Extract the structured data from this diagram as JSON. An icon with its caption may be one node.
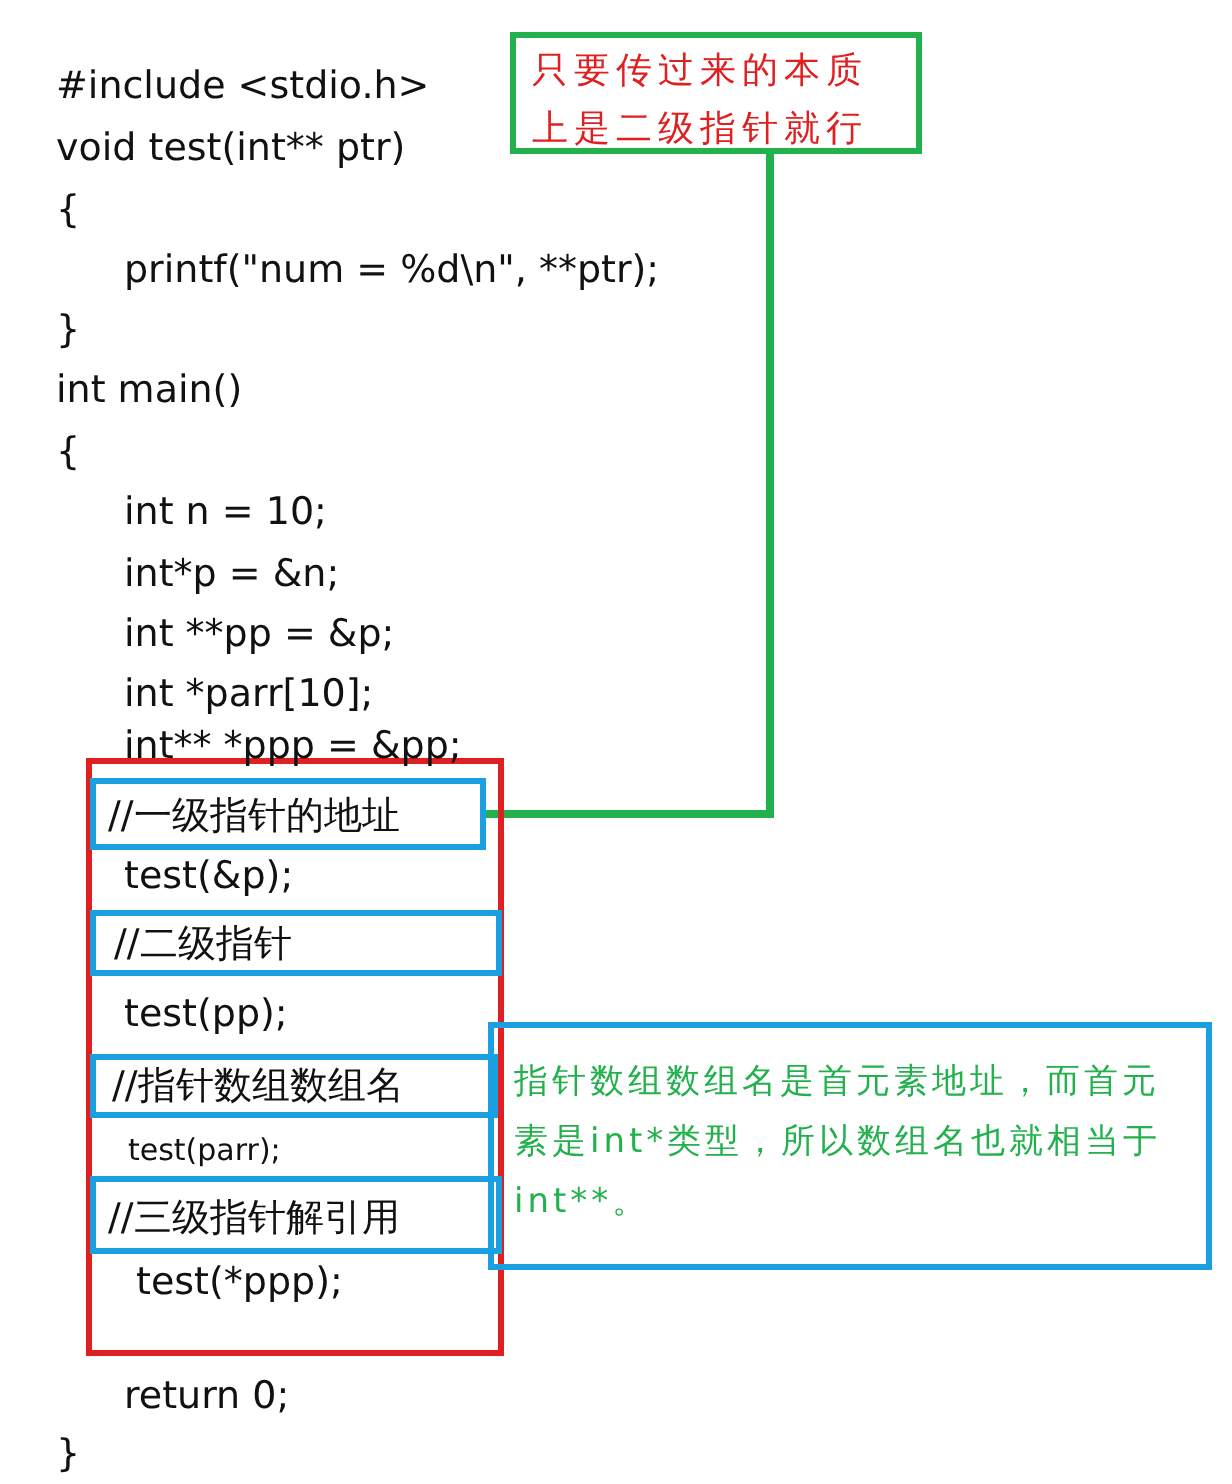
{
  "diagram": {
    "nodes": [
      {
        "text": [
          "只要传过来的本质上是二级指针就行"
        ]
      },
      {
        "text": [],
        "shape": "box"
      },
      {
        "text": [
          "//一级指针的地址"
        ],
        "in": 1
      },
      {
        "text": [
          "//二级指针"
        ],
        "in": 1
      },
      {
        "text": [
          "//指针数组数组名"
        ],
        "in": 1
      },
      {
        "text": [
          "//三级指针解引用"
        ],
        "in": 1
      },
      {
        "text": [
          "指针数组数组名是首元素地址，而首元素是int*类型，所以数组名也就相当于int**。"
        ]
      }
    ],
    "edges": [
      {
        "from": 0,
        "to": 2,
        "arrow": "none"
      }
    ],
    "labels": [
      "#include <stdio.h>",
      "void test(int** ptr)",
      "{",
      "printf(\"num = %d\\n\", **ptr);",
      "}",
      "int main()",
      "{",
      "int n = 10;",
      "int*p = &n;",
      "int **pp = &p;",
      "int *parr[10];",
      "int** *ppp = &pp;",
      "test(&p);",
      "test(pp);",
      "test(parr);",
      "test(*ppp);",
      "return 0;",
      "}"
    ]
  }
}
